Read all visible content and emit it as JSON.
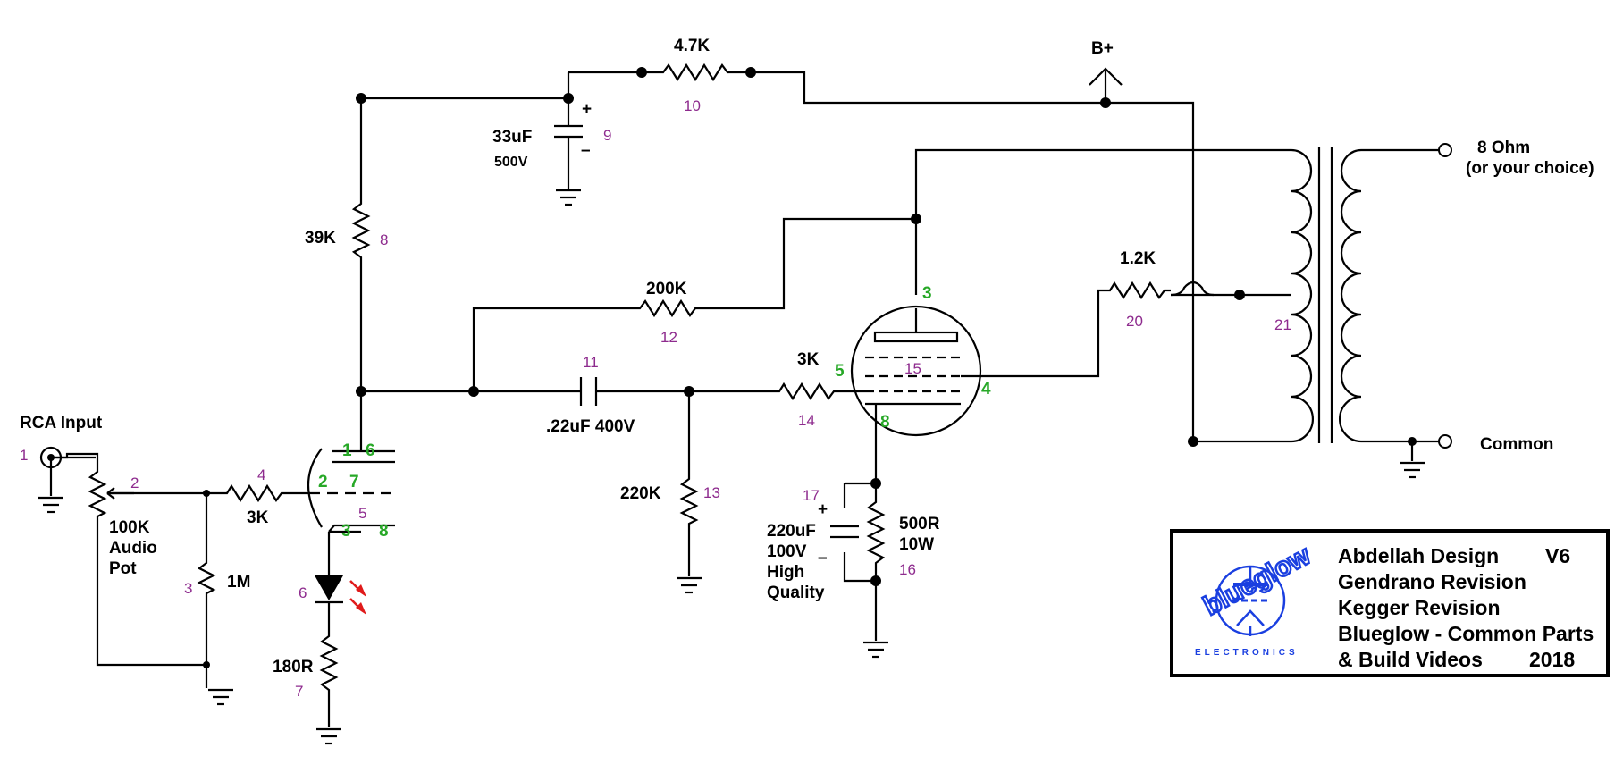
{
  "colors": {
    "wire": "#000000",
    "ref_designator": "#8e2b8e",
    "pin_number": "#27a827",
    "led_arrows": "#e01a1a",
    "logo": "#1a3fe0"
  },
  "components": {
    "r10": "4.7K",
    "bplus": "B+",
    "c9_value": "33uF",
    "c9_voltage": "500V",
    "r8": "39K",
    "out_8ohm": "8 Ohm",
    "out_choice": "(or your choice)",
    "r20": "1.2K",
    "r12": "200K",
    "c11": ".22uF 400V",
    "r14": "3K",
    "r4": "3K",
    "r13": "220K",
    "rca": "RCA Input",
    "pot_line1": "100K",
    "pot_line2": "Audio",
    "pot_line3": "Pot",
    "r3": "1M",
    "r7": "180R",
    "c17_line1": "220uF",
    "c17_line2": "100V",
    "c17_line3": "High",
    "c17_line4": "Quality",
    "r16_line1": "500R",
    "r16_line2": "10W",
    "common": "Common",
    "plus": "+",
    "minus": "–"
  },
  "refs": {
    "r1": "1",
    "r2": "2",
    "r3": "3",
    "r4": "4",
    "r5": "5",
    "r6": "6",
    "r7": "7",
    "r8": "8",
    "r9": "9",
    "r10": "10",
    "r11": "11",
    "r12": "12",
    "r13": "13",
    "r14": "14",
    "r15": "15",
    "r16": "16",
    "r17": "17",
    "r20": "20",
    "r21": "21"
  },
  "pins": {
    "v1_p1": "1",
    "v1_p6": "6",
    "v1_p2": "2",
    "v1_p7": "7",
    "v1_p3": "3",
    "v1_p8": "8",
    "v2_p3": "3",
    "v2_p5": "5",
    "v2_p4": "4",
    "v2_p8": "8"
  },
  "title_block": {
    "line1": "Abdellah Design",
    "version": "V6",
    "line2": "Gendrano Revision",
    "line3": "Kegger Revision",
    "line4": "Blueglow - Common Parts",
    "line5": "& Build Videos",
    "year": "2018",
    "logo_word": "blueglow",
    "logo_sub": "ELECTRONICS"
  }
}
